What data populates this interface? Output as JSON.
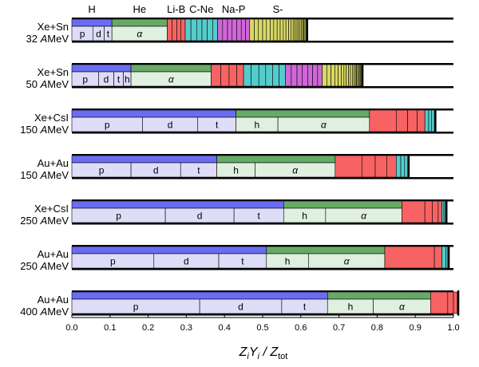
{
  "chart_data": {
    "type": "bar",
    "xlim": [
      0.0,
      1.0
    ],
    "xticks": [
      "0.0",
      "0.1",
      "0.2",
      "0.3",
      "0.4",
      "0.5",
      "0.6",
      "0.7",
      "0.8",
      "0.9",
      "1.0"
    ],
    "xlabel": {
      "main": "Z",
      "sub1": "i",
      "y": "Y",
      "sub2": "i",
      "slash": " / Z",
      "sub3": "tot"
    },
    "groups": [
      "H",
      "He",
      "Li-B",
      "C-Ne",
      "Na-P",
      "S-"
    ],
    "colors": {
      "H": "#6b6cf2",
      "H_light": "#ddddf8",
      "He": "#66aa66",
      "He_light": "#e0f0e0",
      "Li-B": "#f76363",
      "C-Ne": "#55cccc",
      "Na-P": "#d066d8",
      "S-": "#d8d866"
    },
    "rows": [
      {
        "name_line1": "Xe+Sn",
        "name_line2": "32 AMeV",
        "H": [
          {
            "label": "p",
            "w": 0.055
          },
          {
            "label": "d",
            "w": 0.03
          },
          {
            "label": "t",
            "w": 0.02
          }
        ],
        "He": [
          {
            "label": "α",
            "w": 0.145
          }
        ],
        "LiB": [
          0.013,
          0.012,
          0.011,
          0.011
        ],
        "CNe": [
          0.015,
          0.015,
          0.014,
          0.014,
          0.014,
          0.013
        ],
        "NaP": [
          0.013,
          0.013,
          0.012,
          0.012,
          0.012,
          0.011,
          0.011
        ],
        "S": [
          0.012,
          0.011,
          0.011,
          0.01,
          0.01,
          0.009,
          0.009,
          0.008,
          0.008,
          0.007,
          0.007,
          0.006,
          0.006,
          0.005,
          0.005,
          0.004,
          0.004,
          0.004,
          0.003,
          0.003,
          0.003,
          0.003
        ]
      },
      {
        "name_line1": "Xe+Sn",
        "name_line2": "50 AMeV",
        "H": [
          {
            "label": "p",
            "w": 0.07
          },
          {
            "label": "d",
            "w": 0.04
          },
          {
            "label": "t",
            "w": 0.025
          },
          {
            "label": "h",
            "w": 0.02
          }
        ],
        "He": [
          {
            "label": "α",
            "w": 0.21
          }
        ],
        "LiB": [
          0.025,
          0.022,
          0.02,
          0.018
        ],
        "CNe": [
          0.02,
          0.02,
          0.018,
          0.018,
          0.017,
          0.017
        ],
        "NaP": [
          0.015,
          0.015,
          0.014,
          0.014,
          0.013,
          0.013,
          0.012
        ],
        "S": [
          0.012,
          0.011,
          0.01,
          0.009,
          0.008,
          0.007,
          0.006,
          0.006,
          0.005,
          0.005,
          0.004,
          0.004,
          0.003,
          0.003,
          0.003,
          0.003,
          0.002,
          0.002
        ]
      },
      {
        "name_line1": "Xe+CsI",
        "name_line2": "150 AMeV",
        "H": [
          {
            "label": "p",
            "w": 0.185
          },
          {
            "label": "d",
            "w": 0.145
          },
          {
            "label": "t",
            "w": 0.1
          }
        ],
        "He": [
          {
            "label": "h",
            "w": 0.11
          },
          {
            "label": "α",
            "w": 0.24
          }
        ],
        "LiB": [
          0.07,
          0.03,
          0.025,
          0.02
        ],
        "CNe": [
          0.01,
          0.008,
          0.007
        ],
        "NaP": [],
        "S": []
      },
      {
        "name_line1": "Au+Au",
        "name_line2": "150 AMeV",
        "H": [
          {
            "label": "p",
            "w": 0.155
          },
          {
            "label": "d",
            "w": 0.13
          },
          {
            "label": "t",
            "w": 0.095
          }
        ],
        "He": [
          {
            "label": "h",
            "w": 0.1
          },
          {
            "label": "α",
            "w": 0.21
          }
        ],
        "LiB": [
          0.07,
          0.035,
          0.03,
          0.025
        ],
        "CNe": [
          0.012,
          0.01,
          0.008
        ],
        "NaP": [],
        "S": []
      },
      {
        "name_line1": "Xe+CsI",
        "name_line2": "250 AMeV",
        "H": [
          {
            "label": "p",
            "w": 0.245
          },
          {
            "label": "d",
            "w": 0.18
          },
          {
            "label": "t",
            "w": 0.13
          }
        ],
        "He": [
          {
            "label": "h",
            "w": 0.11
          },
          {
            "label": "α",
            "w": 0.2
          }
        ],
        "LiB": [
          0.06,
          0.02,
          0.015,
          0.01
        ],
        "CNe": [
          0.005,
          0.004
        ],
        "NaP": [],
        "S": []
      },
      {
        "name_line1": "Au+Au",
        "name_line2": "250 AMeV",
        "H": [
          {
            "label": "p",
            "w": 0.215
          },
          {
            "label": "d",
            "w": 0.17
          },
          {
            "label": "t",
            "w": 0.125
          }
        ],
        "He": [
          {
            "label": "h",
            "w": 0.11
          },
          {
            "label": "α",
            "w": 0.2
          }
        ],
        "LiB": [
          0.13,
          0.02
        ],
        "CNe": [
          0.01,
          0.005
        ],
        "NaP": [],
        "S": []
      },
      {
        "name_line1": "Au+Au",
        "name_line2": "400 AMeV",
        "H": [
          {
            "label": "p",
            "w": 0.335
          },
          {
            "label": "d",
            "w": 0.215
          },
          {
            "label": "t",
            "w": 0.12
          }
        ],
        "He": [
          {
            "label": "h",
            "w": 0.12
          },
          {
            "label": "α",
            "w": 0.15
          }
        ],
        "LiB": [
          0.045,
          0.015,
          0.01
        ],
        "CNe": [],
        "NaP": [],
        "S": []
      }
    ]
  }
}
